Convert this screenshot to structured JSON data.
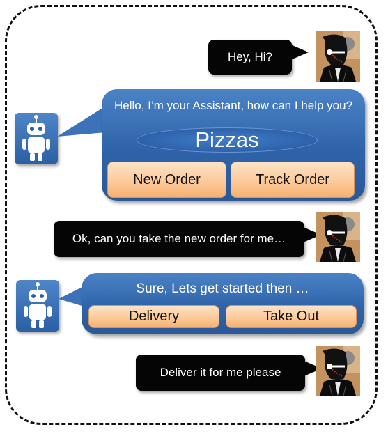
{
  "conversation": {
    "user_msg_1": "Hey, Hi?",
    "assistant_msg_1": {
      "greeting": "Hello, I’m your Assistant, how can I help you?",
      "category": "Pizzas",
      "buttons": [
        "New Order",
        "Track Order"
      ]
    },
    "user_msg_2": "Ok, can you take the new order for me…",
    "assistant_msg_2": {
      "text": "Sure, Lets get started then …",
      "buttons": [
        "Delivery",
        "Take Out"
      ]
    },
    "user_msg_3": "Deliver it for me please"
  },
  "icons": {
    "assistant": "robot-icon",
    "user": "user-avatar-icon"
  },
  "colors": {
    "assistant_bubble": "#2f63a9",
    "user_bubble": "#050505",
    "button": "#fbc896"
  }
}
